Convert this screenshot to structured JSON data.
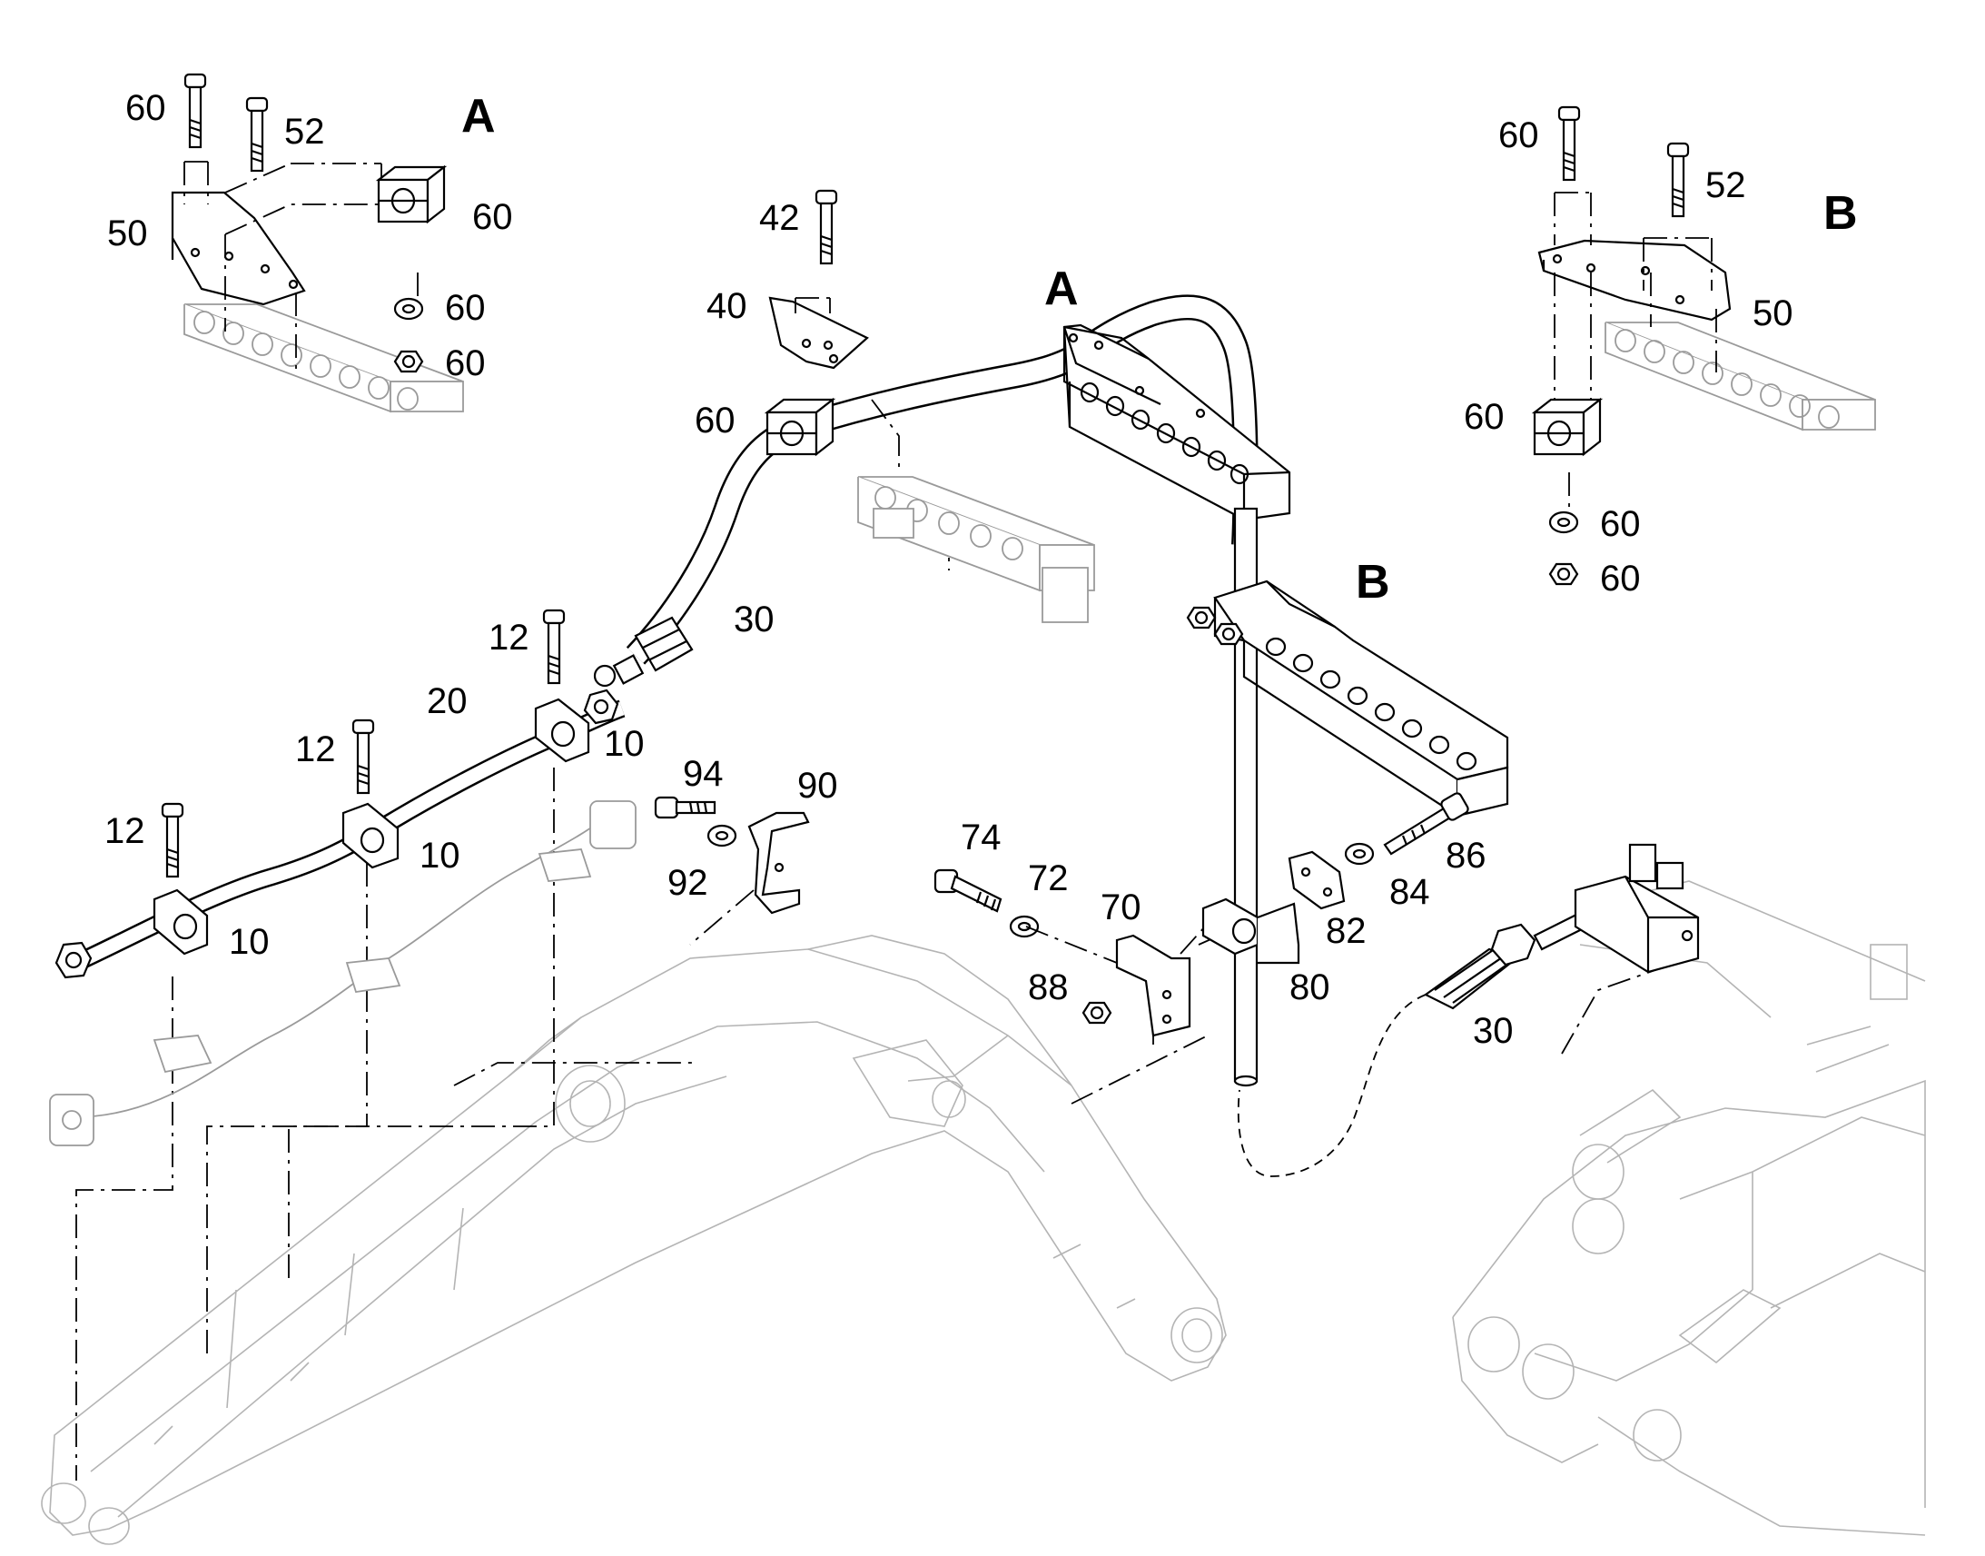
{
  "diagram": {
    "section_labels": {
      "detail_a": "A",
      "detail_b": "B",
      "main_a": "A",
      "main_b": "B"
    },
    "callouts": {
      "a_60_bolt": "60",
      "a_52": "52",
      "a_50": "50",
      "a_60_clamp": "60",
      "a_60_washer": "60",
      "a_60_nut": "60",
      "b_60_bolt": "60",
      "b_52": "52",
      "b_50": "50",
      "b_60_clamp": "60",
      "b_60_washer": "60",
      "b_60_nut": "60",
      "p42": "42",
      "p40": "40",
      "p60_main": "60",
      "p30_hose": "30",
      "p12_a": "12",
      "p12_b": "12",
      "p12_c": "12",
      "p20": "20",
      "p10_a": "10",
      "p10_b": "10",
      "p10_c": "10",
      "p94": "94",
      "p90": "90",
      "p92": "92",
      "p74": "74",
      "p72": "72",
      "p70": "70",
      "p88": "88",
      "p80": "80",
      "p82": "82",
      "p84": "84",
      "p86": "86",
      "p30_fitting": "30"
    }
  }
}
